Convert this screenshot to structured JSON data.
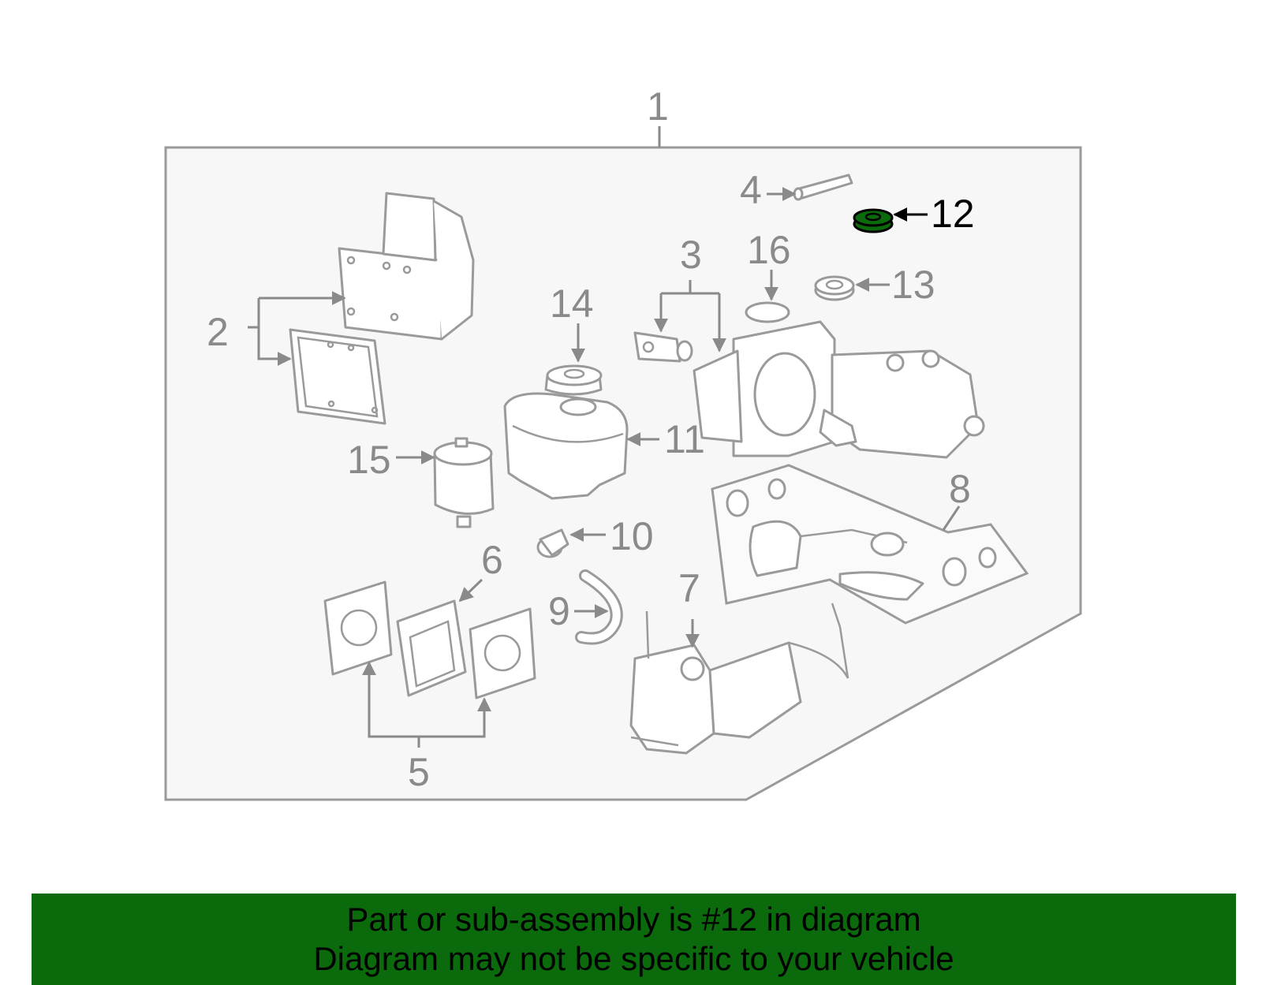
{
  "colors": {
    "highlight": "#0b6a0b",
    "banner_bg": "#0b6a0b",
    "frame_fill": "#f7f7f7",
    "line_gray": "#9a9a9a"
  },
  "highlighted_part": "12",
  "callouts": {
    "c1": "1",
    "c2": "2",
    "c3": "3",
    "c4": "4",
    "c5": "5",
    "c6": "6",
    "c7": "7",
    "c8": "8",
    "c9": "9",
    "c10": "10",
    "c11": "11",
    "c12": "12",
    "c13": "13",
    "c14": "14",
    "c15": "15",
    "c16": "16"
  },
  "banner": {
    "line1": "Part or sub-assembly is #12 in diagram",
    "line2": "Diagram may not be specific to your vehicle"
  }
}
